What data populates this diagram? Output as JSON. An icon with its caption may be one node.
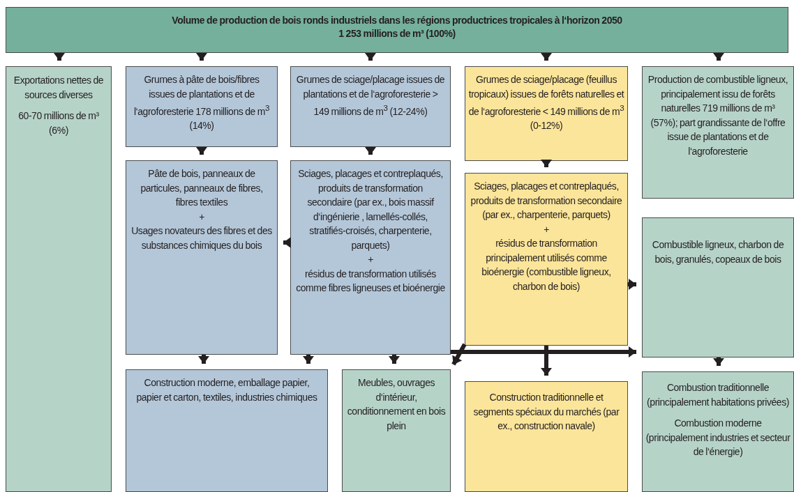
{
  "diagram": {
    "nodes": [
      {
        "text": [
          "Volume de production de bois ronds industriels dans les régions productrices tropicales à l‘horizon 2050",
          "1 253 millions de m³ (100%)"
        ]
      },
      {
        "text": [
          "Exportations nettes de sources diverses",
          "60-70 millions de m³ (6%)"
        ]
      },
      {
        "text": [
          "Grumes à pâte de bois/fibres issues de plantations et de l‘agroforesterie 178 millions de m$^{3}$ (14%)"
        ]
      },
      {
        "text": [
          "Grumes de sciage/placage issues de plantations et de l‘agroforesterie > 149 millions de m$^{3}$ (12-24%)"
        ]
      },
      {
        "text": [
          "Grumes de sciage/placage (feuillus tropicaux) issues de forêts naturelles et de l‘agroforesterie < 149 millions de m$^{3}$ (0-12%)"
        ]
      },
      {
        "text": [
          "Production de combustible ligneux, principalement issu de forêts naturelles 719 millions de m³ (57%); part grandissante de l‘offre issue de plantations et de l‘agroforesterie"
        ]
      },
      {
        "text": [
          "Pâte de bois, panneaux de particules, panneaux de fibres, fibres textiles",
          "+",
          "Usages novateurs des fibres et des substances chimiques du bois"
        ]
      },
      {
        "text": [
          "Sciages, placages et contreplaqués, produits de transformation secondaire (par ex., bois massif d‘ingénierie , lamellés-collés, stratifiés-croisés, charpenterie, parquets)",
          "+",
          "résidus de transformation utilisés comme fibres ligneuses et bioénergie"
        ]
      },
      {
        "text": [
          "Sciages, placages et contreplaqués, produits de transformation secondaire (par ex., charpenterie, parquets)",
          "+",
          "résidus de transformation principalement utilisés comme bioénergie (combustible ligneux, charbon de bois)"
        ]
      },
      {
        "text": [
          "Combustible ligneux, charbon de bois, granulés, copeaux de bois"
        ]
      },
      {
        "text": [
          "Construction moderne, emballage papier, papier et carton, textiles, industries chimiques"
        ]
      },
      {
        "text": [
          "Meubles, ouvrages d‘intérieur, conditionnement en bois plein"
        ]
      },
      {
        "text": [
          "Construction traditionnelle et segments spéciaux du marchés (par ex., construction navale)"
        ]
      },
      {
        "text": [
          "Combustion traditionnelle (principalement habitations privées)",
          "Combustion moderne (principalement industries et secteur de l‘énergie)"
        ]
      }
    ],
    "edges": [
      {
        "from": 0,
        "to": 1,
        "arrow": "to"
      },
      {
        "from": 0,
        "to": 2,
        "arrow": "to"
      },
      {
        "from": 0,
        "to": 3,
        "arrow": "to"
      },
      {
        "from": 0,
        "to": 4,
        "arrow": "to"
      },
      {
        "from": 0,
        "to": 5,
        "arrow": "to"
      },
      {
        "from": 2,
        "to": 6,
        "arrow": "to"
      },
      {
        "from": 3,
        "to": 7,
        "arrow": "to"
      },
      {
        "from": 4,
        "to": 8,
        "arrow": "to"
      },
      {
        "from": 7,
        "to": 6,
        "arrow": "to"
      },
      {
        "from": 8,
        "to": 9,
        "arrow": "to"
      },
      {
        "from": 7,
        "to": 9,
        "arrow": "to"
      },
      {
        "from": 6,
        "to": 10,
        "arrow": "to"
      },
      {
        "from": 7,
        "to": 10,
        "arrow": "to"
      },
      {
        "from": 7,
        "to": 11,
        "arrow": "to"
      },
      {
        "from": 8,
        "to": 11,
        "arrow": "to"
      },
      {
        "from": 8,
        "to": 12,
        "arrow": "to"
      },
      {
        "from": 9,
        "to": 13,
        "arrow": "to"
      }
    ]
  }
}
